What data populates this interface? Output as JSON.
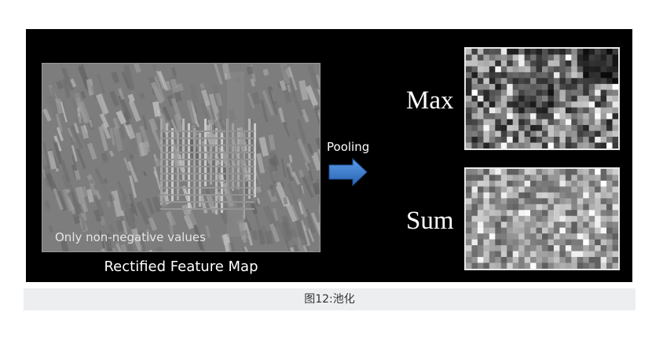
{
  "figure": {
    "feature_map_note": "Only non-negative values",
    "feature_map_caption": "Rectified Feature Map",
    "operation_label": "Pooling",
    "outputs": [
      {
        "label": "Max"
      },
      {
        "label": "Sum"
      }
    ],
    "colors": {
      "background": "#000000",
      "arrow": "#3b7fd0",
      "caption_bar": "#eceef0"
    }
  },
  "caption": "图12:池化"
}
